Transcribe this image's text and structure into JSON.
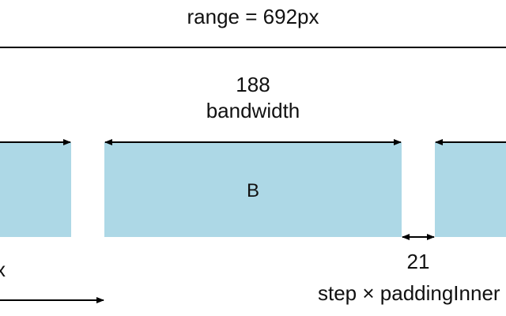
{
  "range_label": "range = 692px",
  "band_label": "B",
  "bandwidth_value": "188",
  "bandwidth_label": "bandwidth",
  "padding_value": "21",
  "padding_label": "step × paddingInner",
  "step_fragment": "x",
  "colors": {
    "band_fill": "#add8e6",
    "line": "#000000",
    "text": "#111111"
  }
}
